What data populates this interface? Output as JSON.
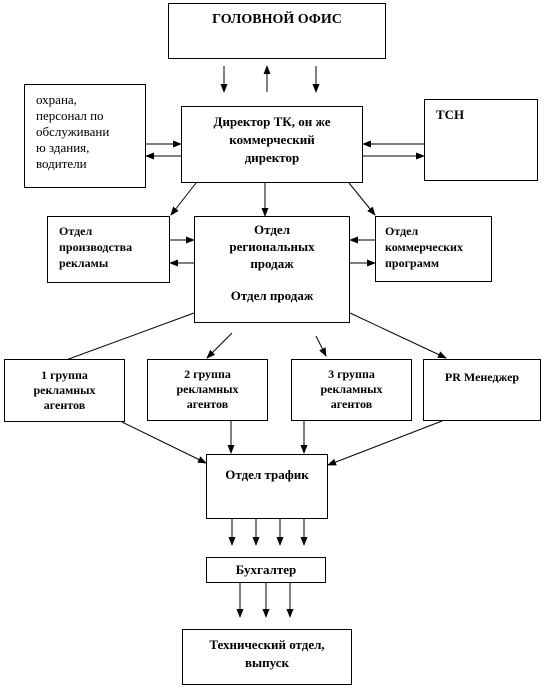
{
  "diagram": {
    "head_office": "ГОЛОВНОЙ ОФИС",
    "support_staff": [
      "охрана,",
      "персонал по",
      "обслуживани",
      "ю здания,",
      "водители"
    ],
    "director": [
      "Директор ТК, он же",
      "коммерческий",
      "директор"
    ],
    "tsn": "ТСН",
    "ad_production": [
      "Отдел",
      "производства",
      "рекламы"
    ],
    "regional_sales": [
      "Отдел",
      "региональных",
      "продаж"
    ],
    "sales_dept": "Отдел продаж",
    "commercial_programs": [
      "Отдел",
      "коммерческих",
      "программ"
    ],
    "group1": [
      "1 группа",
      "рекламных",
      "агентов"
    ],
    "group2": [
      "2 группа",
      "рекламных",
      "агентов"
    ],
    "group3": [
      "3 группа",
      "рекламных",
      "агентов"
    ],
    "pr_manager": "PR Менеджер",
    "traffic": "Отдел трафик",
    "accountant": "Бухгалтер",
    "tech_dept": [
      "Технический отдел,",
      "выпуск"
    ]
  }
}
